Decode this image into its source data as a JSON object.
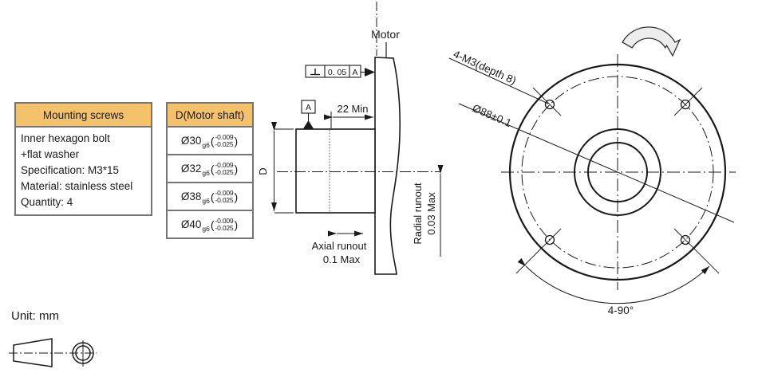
{
  "unit_label": "Unit: mm",
  "colors": {
    "header_bg": "#F5C26C",
    "table_border": "#757575",
    "line": "#1a1a1a"
  },
  "mounting_table": {
    "header": "Mounting screws",
    "lines": [
      "Inner hexagon bolt",
      "+flat washer",
      "Specification: M3*15",
      "Material: stainless steel",
      "Quantity: 4"
    ]
  },
  "shaft_table": {
    "header": "D(Motor shaft)",
    "paren_open": "(",
    "paren_close": ")",
    "rows": [
      {
        "diameter": "Ø30",
        "fit": "g6",
        "tol_upper": "-0.009",
        "tol_lower": "-0.025"
      },
      {
        "diameter": "Ø32",
        "fit": "g6",
        "tol_upper": "-0.009",
        "tol_lower": "-0.025"
      },
      {
        "diameter": "Ø38",
        "fit": "g6",
        "tol_upper": "-0.009",
        "tol_lower": "-0.025"
      },
      {
        "diameter": "Ø40",
        "fit": "g6",
        "tol_upper": "-0.009",
        "tol_lower": "-0.025"
      }
    ]
  },
  "side_view": {
    "motor_label": "Motor",
    "tolerance_value": "0. 05",
    "tolerance_datum": "A",
    "datum_flag": "A",
    "dim_insertion": "22 Min",
    "dim_diameter": "D",
    "axial_runout": [
      "Axial runout",
      "0.1 Max"
    ],
    "radial_runout": [
      "Radial runout",
      "0.03 Max"
    ]
  },
  "front_view": {
    "holes_label": "4-M3(depth 8)",
    "bolt_circle_label": "Ø88±0.1",
    "angle_label": "4-90°"
  }
}
